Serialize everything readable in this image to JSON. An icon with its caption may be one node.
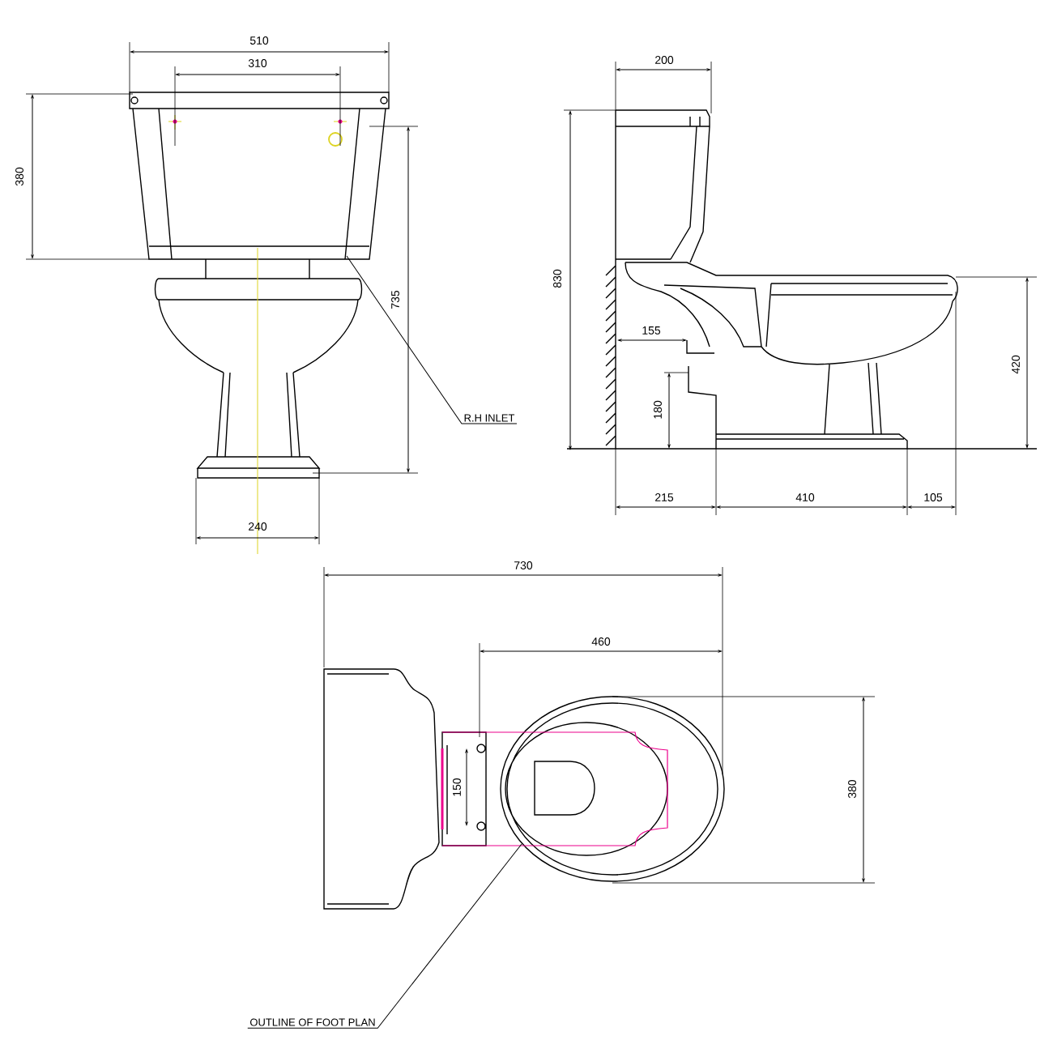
{
  "diagram": {
    "nodes": [
      {
        "text": [
          "R.H INLET"
        ]
      },
      {
        "text": [
          "OUTLINE OF FOOT PLAN"
        ]
      }
    ],
    "edges": [
      {
        "from": 0,
        "to": null,
        "arrow": "none"
      },
      {
        "from": 1,
        "to": null,
        "arrow": "none"
      }
    ],
    "labels": [
      "510",
      "310",
      "380",
      "735",
      "240",
      "200",
      "830",
      "155",
      "180",
      "420",
      "215",
      "410",
      "105",
      "730",
      "460",
      "150",
      "380"
    ]
  }
}
